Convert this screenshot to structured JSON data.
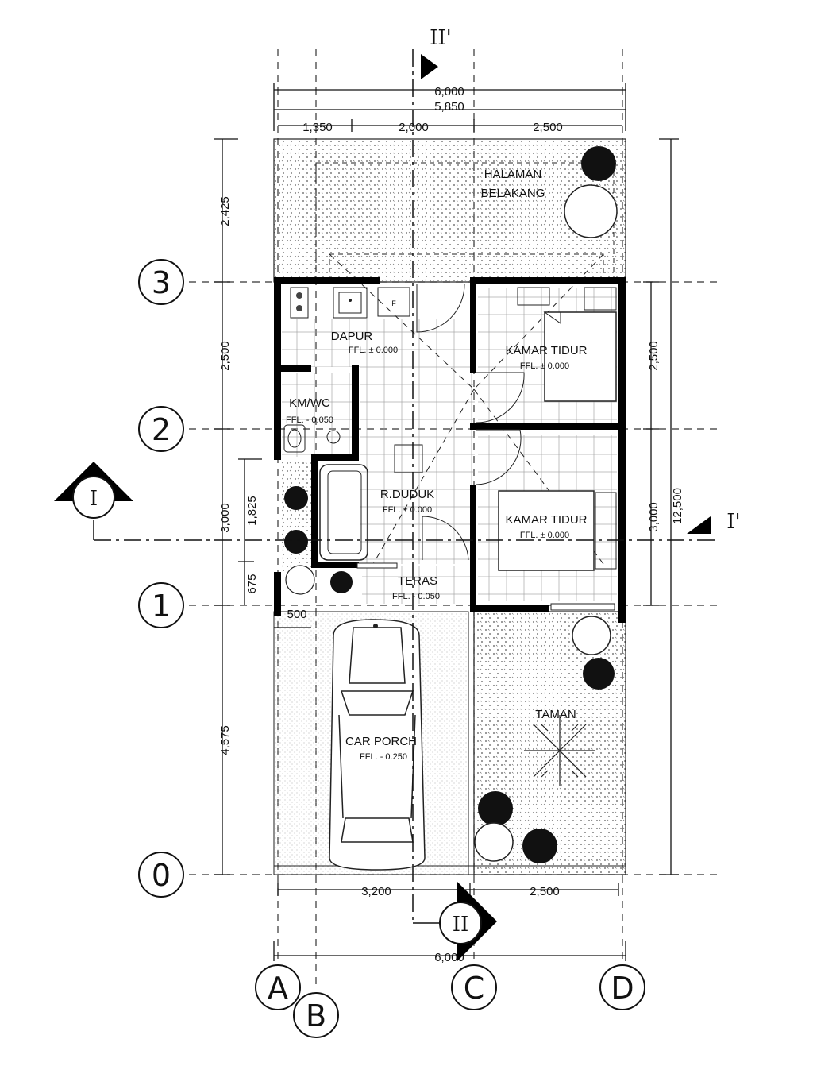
{
  "plan": {
    "section_marks": {
      "top": "II'",
      "bottom": "II",
      "left": "I",
      "right": "I'"
    },
    "top_dims": {
      "overall": "6,000",
      "inner": "5,850",
      "seg1": "1,350",
      "seg2": "2,000",
      "seg3": "2,500"
    },
    "bottom_dims": {
      "seg1": "3,200",
      "seg2": "2,500",
      "overall": "6,000"
    },
    "left_dims": {
      "d1": "2,425",
      "d2": "2,500",
      "d3": "3,000",
      "d4": "4,575",
      "d5": "1,825",
      "d6": "675",
      "d7": "500"
    },
    "right_dims": {
      "d1": "2,500",
      "d2": "3,000",
      "total": "12,500"
    },
    "grid_rows": [
      "3",
      "2",
      "1",
      "0"
    ],
    "grid_cols": [
      "A",
      "B",
      "C",
      "D"
    ],
    "rooms": {
      "halaman": {
        "line1": "HALAMAN",
        "line2": "BELAKANG"
      },
      "dapur": {
        "name": "DAPUR",
        "ffl": "FFL. ± 0.000"
      },
      "kmwc": {
        "name": "KM/WC",
        "ffl": "FFL. - 0.050"
      },
      "kamar1": {
        "name": "KAMAR TIDUR",
        "ffl": "FFL. ± 0.000"
      },
      "kamar2": {
        "name": "KAMAR TIDUR",
        "ffl": "FFL. ± 0.000"
      },
      "rduduk": {
        "name": "R.DUDUK",
        "ffl": "FFL. ± 0.000"
      },
      "teras": {
        "name": "TERAS",
        "ffl": "FFL. - 0.050"
      },
      "carporch": {
        "name": "CAR PORCH",
        "ffl": "FFL. - 0.250"
      },
      "taman": {
        "name": "TAMAN"
      },
      "stove_label": "F"
    },
    "icons": [
      "tree-icon",
      "shrub-icon",
      "car-icon",
      "sofa-icon",
      "bed-icon",
      "toilet-icon",
      "stove-icon",
      "sink-icon",
      "door-swing-icon",
      "section-marker-icon"
    ]
  }
}
